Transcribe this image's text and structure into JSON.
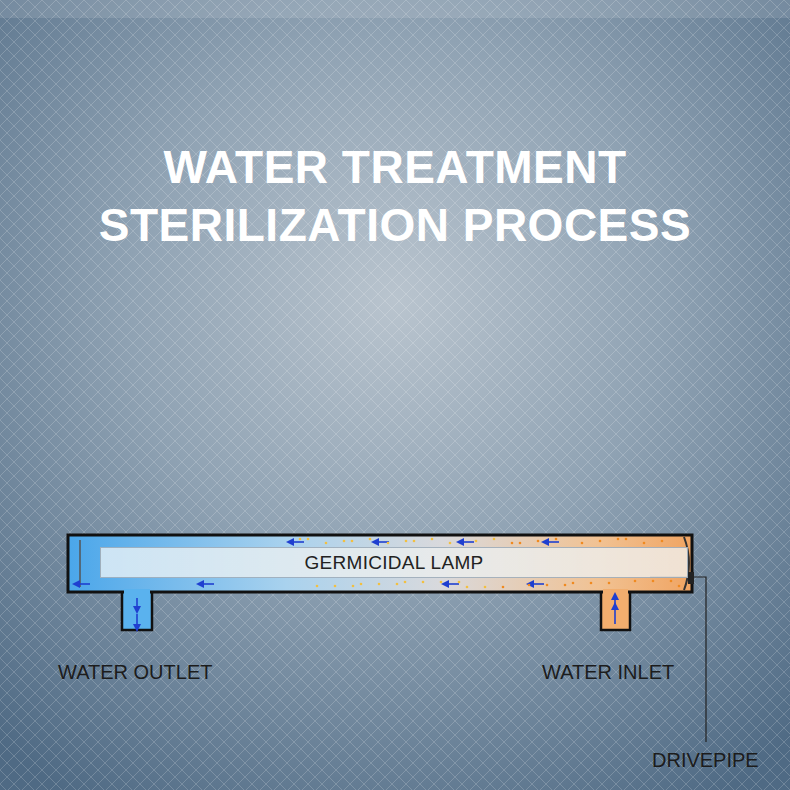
{
  "diagram": {
    "title": "WATER TREATMENT STERILIZATION PROCESS",
    "nodes": [
      {
        "text": [
          "GERMICIDAL LAMP"
        ]
      }
    ],
    "labels": [
      "WATER OUTLET",
      "WATER INLET",
      "DRIVEPIPE"
    ]
  }
}
